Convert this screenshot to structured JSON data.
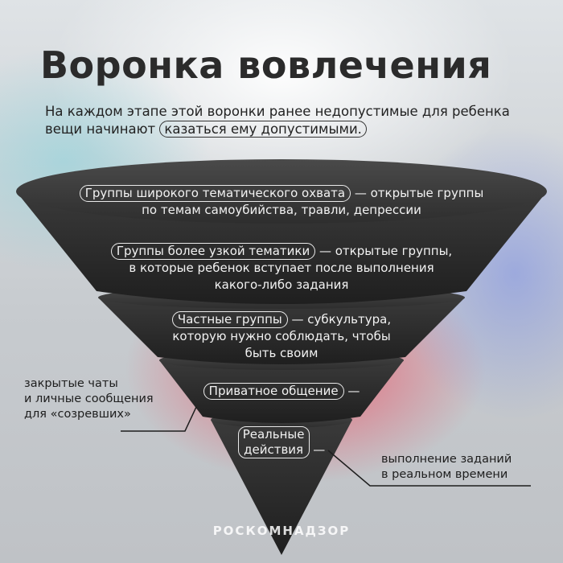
{
  "header": {
    "title": "Воронка вовлечения",
    "subtitle_part1": "На каждом этапе этой воронки ранее недопустимые для ребенка вещи начинают",
    "subtitle_highlight": "казаться ему допустимыми."
  },
  "stages": [
    {
      "label": "Группы широкого тематического охвата",
      "description_line1": "— открытые группы",
      "description_line2": "по темам самоубийства, травли, депрессии"
    },
    {
      "label": "Группы более узкой тематики",
      "description_line1": "— открытые группы,",
      "description_line2": "в которые ребенок  вступает после выполнения",
      "description_line3": "какого-либо задания"
    },
    {
      "label": "Частные группы",
      "description_line1": "— субкультура,",
      "description_line2": "которую нужно соблюдать, чтобы",
      "description_line3": "быть своим"
    },
    {
      "label": "Приватное общение",
      "description_line1": "—"
    },
    {
      "label_line1": "Реальные",
      "label_line2": "действия",
      "description_line1": "—"
    }
  ],
  "side_notes": {
    "left_line1": "закрытые чаты",
    "left_line2": "и личные сообщения",
    "left_line3": "для «созревших»",
    "right_line1": "выполнение заданий",
    "right_line2": "в реальном времени"
  },
  "footer": {
    "brand": "РОСКОМНАДЗОР"
  },
  "colors": {
    "funnel_dark": "#262626",
    "funnel_light": "#3d3d3d",
    "text_light": "#f2f2f2",
    "text_dark": "#222222"
  }
}
